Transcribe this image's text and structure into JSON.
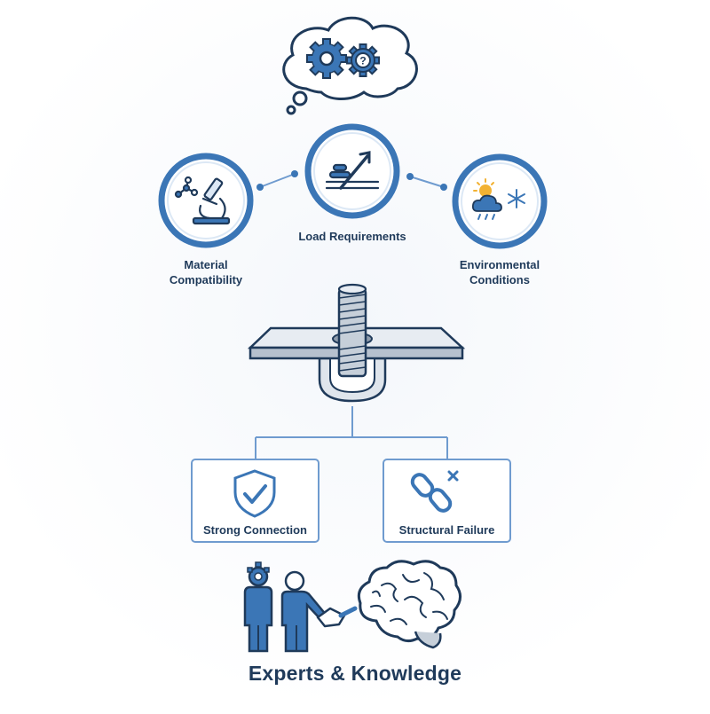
{
  "factors": {
    "material": {
      "line1": "Material",
      "line2": "Compatibility",
      "icon": "microscope-molecule-icon"
    },
    "load": {
      "label": "Load Requirements",
      "icon": "load-growth-arrow-icon"
    },
    "environment": {
      "line1": "Environmental",
      "line2": "Conditions",
      "icon": "weather-sun-cloud-snow-icon"
    }
  },
  "outcomes": {
    "strong": {
      "label": "Strong Connection",
      "icon": "shield-check-icon"
    },
    "failure": {
      "label": "Structural Failure",
      "icon": "broken-chain-icon"
    }
  },
  "footer": {
    "title": "Experts & Knowledge"
  },
  "colors": {
    "accent": "#3b76b6",
    "dark": "#1f3a5a",
    "light_fill": "#dce8f5",
    "steel": "#c6cfd9"
  }
}
